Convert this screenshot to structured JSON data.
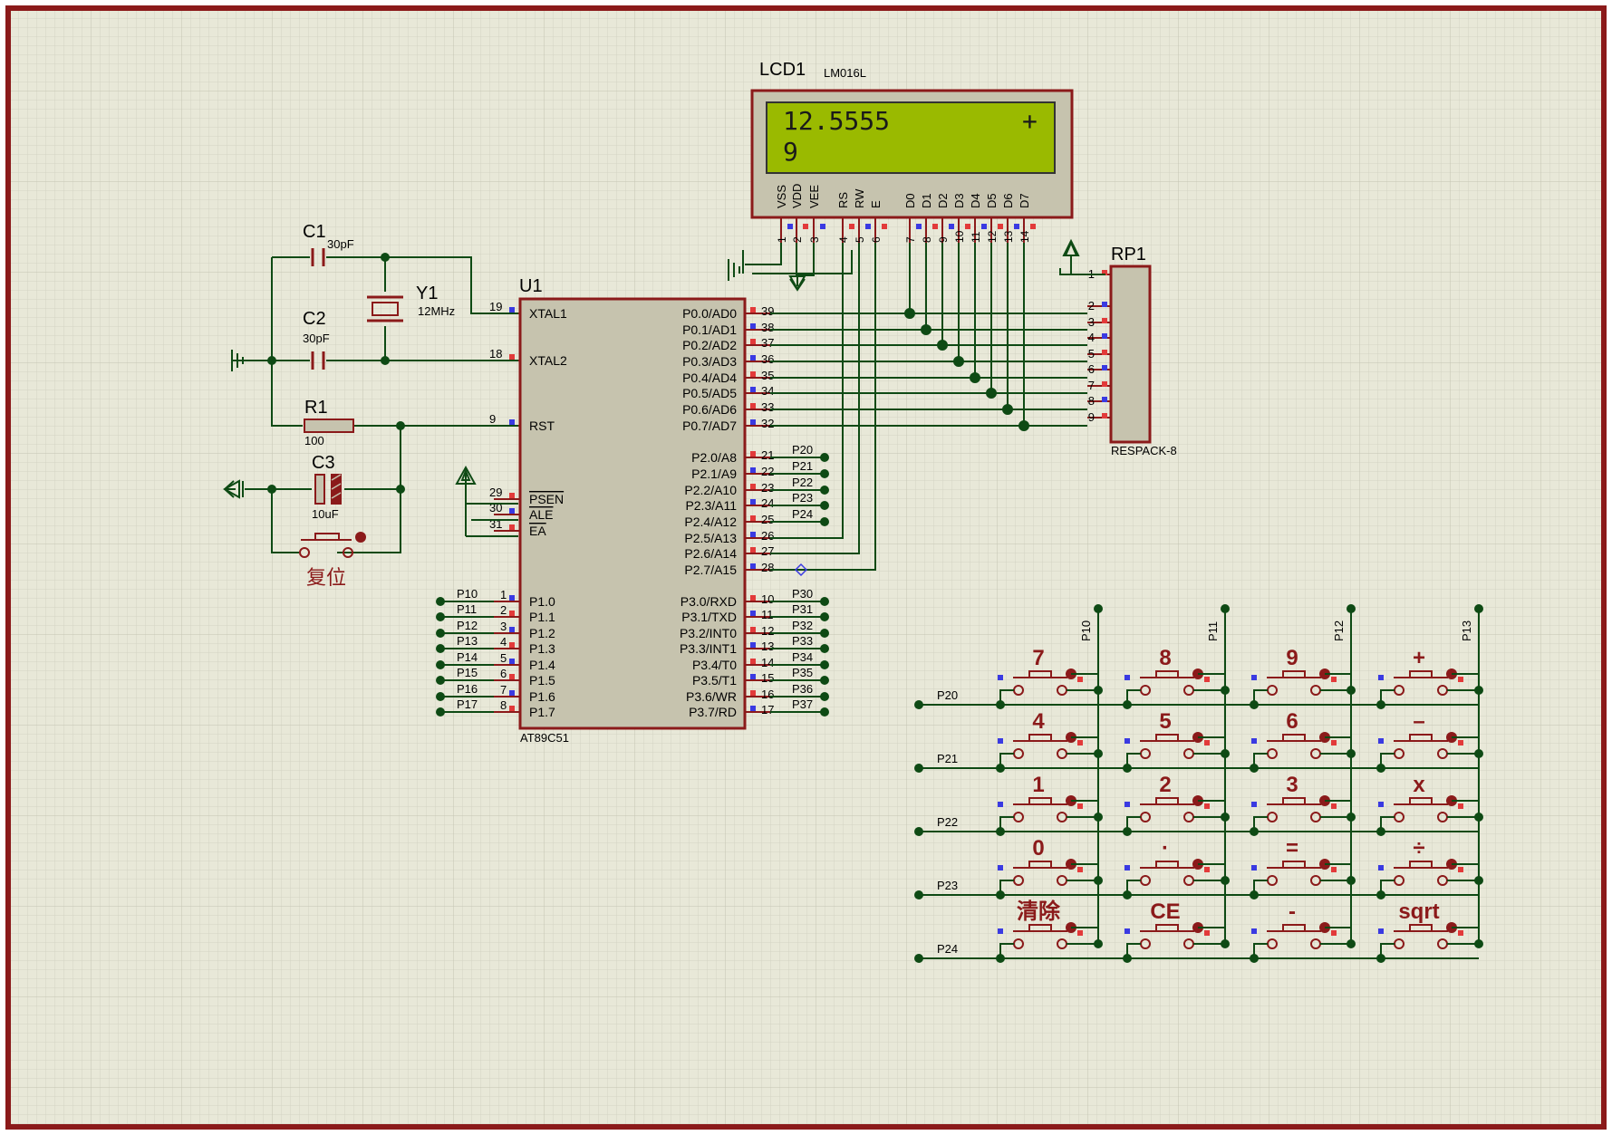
{
  "lcd": {
    "ref": "LCD1",
    "model": "LM016L",
    "line1_left": "12.5555",
    "line1_right": "+",
    "line2": "9",
    "pins": [
      "VSS",
      "VDD",
      "VEE",
      "RS",
      "RW",
      "E",
      "D0",
      "D1",
      "D2",
      "D3",
      "D4",
      "D5",
      "D6",
      "D7"
    ],
    "pin_numbers": [
      "1",
      "2",
      "3",
      "4",
      "5",
      "6",
      "7",
      "8",
      "9",
      "10",
      "11",
      "12",
      "13",
      "14"
    ]
  },
  "mcu": {
    "ref": "U1",
    "model": "AT89C51",
    "left_pins": [
      {
        "name": "XTAL1",
        "num": "19"
      },
      {
        "name": "XTAL2",
        "num": "18"
      },
      {
        "name": "RST",
        "num": "9"
      },
      {
        "name": "PSEN",
        "num": "29"
      },
      {
        "name": "ALE",
        "num": "30"
      },
      {
        "name": "EA",
        "num": "31"
      },
      {
        "name": "P1.0",
        "num": "1",
        "net": "P10"
      },
      {
        "name": "P1.1",
        "num": "2",
        "net": "P11"
      },
      {
        "name": "P1.2",
        "num": "3",
        "net": "P12"
      },
      {
        "name": "P1.3",
        "num": "4",
        "net": "P13"
      },
      {
        "name": "P1.4",
        "num": "5",
        "net": "P14"
      },
      {
        "name": "P1.5",
        "num": "6",
        "net": "P15"
      },
      {
        "name": "P1.6",
        "num": "7",
        "net": "P16"
      },
      {
        "name": "P1.7",
        "num": "8",
        "net": "P17"
      }
    ],
    "right_pins": [
      {
        "name": "P0.0/AD0",
        "num": "39"
      },
      {
        "name": "P0.1/AD1",
        "num": "38"
      },
      {
        "name": "P0.2/AD2",
        "num": "37"
      },
      {
        "name": "P0.3/AD3",
        "num": "36"
      },
      {
        "name": "P0.4/AD4",
        "num": "35"
      },
      {
        "name": "P0.5/AD5",
        "num": "34"
      },
      {
        "name": "P0.6/AD6",
        "num": "33"
      },
      {
        "name": "P0.7/AD7",
        "num": "32"
      },
      {
        "name": "P2.0/A8",
        "num": "21",
        "net": "P20"
      },
      {
        "name": "P2.1/A9",
        "num": "22",
        "net": "P21"
      },
      {
        "name": "P2.2/A10",
        "num": "23",
        "net": "P22"
      },
      {
        "name": "P2.3/A11",
        "num": "24",
        "net": "P23"
      },
      {
        "name": "P2.4/A12",
        "num": "25",
        "net": "P24"
      },
      {
        "name": "P2.5/A13",
        "num": "26"
      },
      {
        "name": "P2.6/A14",
        "num": "27"
      },
      {
        "name": "P2.7/A15",
        "num": "28"
      },
      {
        "name": "P3.0/RXD",
        "num": "10",
        "net": "P30"
      },
      {
        "name": "P3.1/TXD",
        "num": "11",
        "net": "P31"
      },
      {
        "name": "P3.2/INT0",
        "num": "12",
        "net": "P32"
      },
      {
        "name": "P3.3/INT1",
        "num": "13",
        "net": "P33"
      },
      {
        "name": "P3.4/T0",
        "num": "14",
        "net": "P34"
      },
      {
        "name": "P3.5/T1",
        "num": "15",
        "net": "P35"
      },
      {
        "name": "P3.6/WR",
        "num": "16",
        "net": "P36"
      },
      {
        "name": "P3.7/RD",
        "num": "17",
        "net": "P37"
      }
    ]
  },
  "rp1": {
    "ref": "RP1",
    "model": "RESPACK-8",
    "pins": [
      "1",
      "2",
      "3",
      "4",
      "5",
      "6",
      "7",
      "8",
      "9"
    ]
  },
  "c1": {
    "ref": "C1",
    "value": "30pF"
  },
  "c2": {
    "ref": "C2",
    "value": "30pF"
  },
  "y1": {
    "ref": "Y1",
    "value": "12MHz"
  },
  "r1": {
    "ref": "R1",
    "value": "100"
  },
  "c3": {
    "ref": "C3",
    "value": "10uF"
  },
  "reset_button": {
    "label": "复位"
  },
  "keypad": {
    "column_nets": [
      "P10",
      "P11",
      "P12",
      "P13"
    ],
    "row_nets": [
      "P20",
      "P21",
      "P22",
      "P23",
      "P24"
    ],
    "keys": [
      [
        "7",
        "8",
        "9",
        "+"
      ],
      [
        "4",
        "5",
        "6",
        "–"
      ],
      [
        "1",
        "2",
        "3",
        "x"
      ],
      [
        "0",
        "·",
        "=",
        "÷"
      ],
      [
        "清除",
        "CE",
        "-",
        "sqrt"
      ]
    ]
  },
  "colors": {
    "background": "#e8e8d8",
    "grid": "#d0d0c0",
    "frame": "#8b1a1a",
    "wire": "#0e4a14",
    "component": "#8b1a1a",
    "chip_fill": "#c6c3ae",
    "lcd_screen": "#9aba00"
  }
}
